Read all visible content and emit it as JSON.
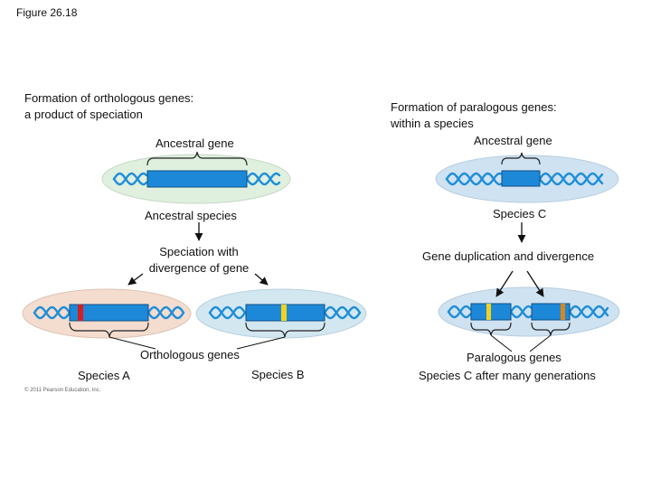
{
  "figure_label": "Figure 26.18",
  "orthologous": {
    "heading_line1": "Formation of orthologous genes:",
    "heading_line2": "a product of speciation",
    "ancestral_gene": "Ancestral gene",
    "ancestral_species": "Ancestral species",
    "speciation_line1": "Speciation with",
    "speciation_line2": "divergence of gene",
    "orthologous_genes": "Orthologous genes",
    "species_a": "Species A",
    "species_b": "Species B"
  },
  "paralogous": {
    "heading_line1": "Formation of paralogous genes:",
    "heading_line2": "within a species",
    "ancestral_gene": "Ancestral gene",
    "species_c": "Species C",
    "duplication": "Gene duplication and divergence",
    "paralogous_genes": "Paralogous genes",
    "species_c_later": "Species C after many generations"
  },
  "copyright": "© 2011 Pearson Education, Inc.",
  "colors": {
    "ancestral_cell": "#dff0df",
    "species_a_cell": "#f4dccf",
    "species_b_cell": "#d3e7f1",
    "species_c_cell": "#cfe2f1",
    "gene_fill": "#1e88d8",
    "dna_strand": "#1e8ed8",
    "mutation_red": "#d22020",
    "mutation_yellow": "#f2d21b",
    "mutation_orange": "#d8861e"
  }
}
